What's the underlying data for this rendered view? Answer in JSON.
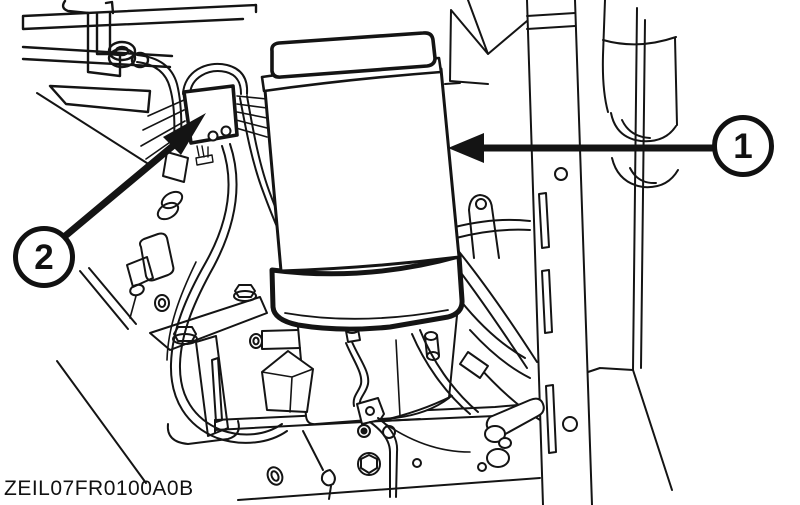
{
  "figure": {
    "code": "ZEIL07FR0100A0B",
    "colors": {
      "background": "#ffffff",
      "line": "#141414"
    }
  },
  "callouts": [
    {
      "label": "1",
      "target": "fuel-filter-canister"
    },
    {
      "label": "2",
      "target": "sensor-connector"
    }
  ]
}
